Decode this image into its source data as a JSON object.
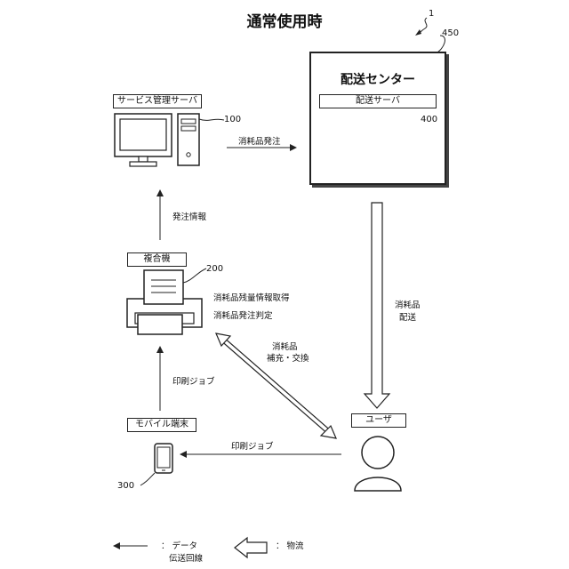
{
  "title": "通常使用時",
  "ref_system": "1",
  "ref_center": "450",
  "delivery_center": {
    "title": "配送センター",
    "server_label": "配送サーバ",
    "ref": "400"
  },
  "service_server": {
    "label": "サービス管理サーバ",
    "ref": "100"
  },
  "mfp": {
    "label": "複合機",
    "ref": "200",
    "note1": "消耗品残量情報取得",
    "note2": "消耗品発注判定"
  },
  "mobile": {
    "label": "モバイル端末",
    "ref": "300"
  },
  "user": {
    "label": "ユーザ"
  },
  "arrows": {
    "order": "消耗品発注",
    "order_info": "発注情報",
    "delivery_line1": "消耗品",
    "delivery_line2": "配送",
    "replace_line1": "消耗品",
    "replace_line2": "補充・交換",
    "print_job_up": "印刷ジョブ",
    "print_job_left": "印刷ジョブ"
  },
  "legend": {
    "data_line1": "： データ",
    "data_line2": "伝送回線",
    "goods": "： 物流"
  }
}
